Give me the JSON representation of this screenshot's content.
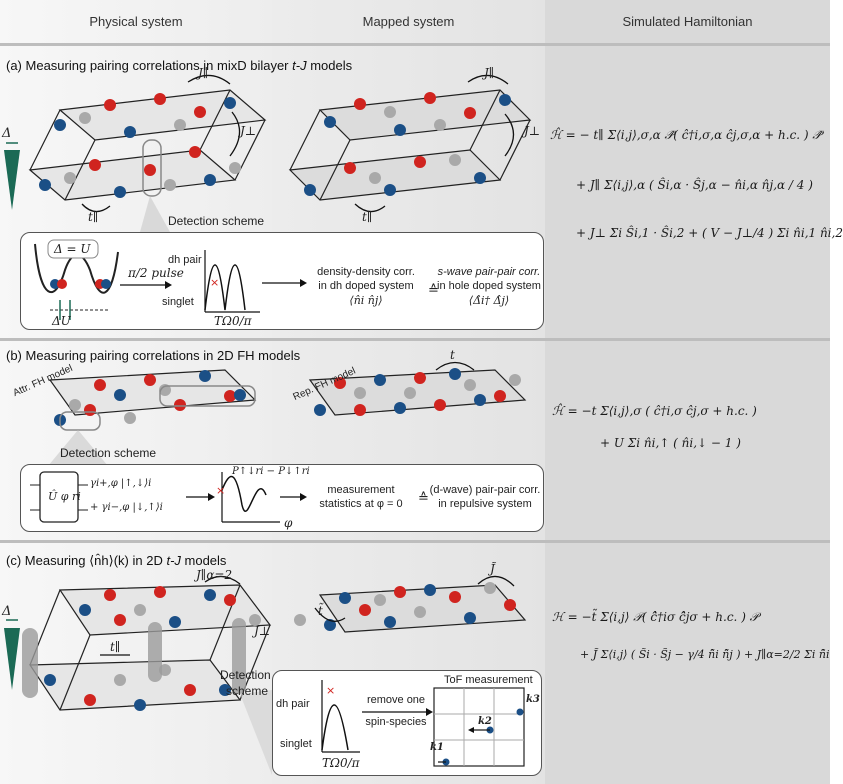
{
  "columns": {
    "physical": "Physical system",
    "mapped": "Mapped system",
    "hamiltonian": "Simulated Hamiltonian"
  },
  "colors": {
    "red": "#d0241f",
    "blue": "#1b4f86",
    "gray": "#a9a9a9",
    "teal": "#1b6a55"
  },
  "section_a": {
    "label": "(a)",
    "title_pre": "Measuring pairing correlations in mixD bilayer ",
    "title_em": "t-J",
    "title_post": " models",
    "labels": {
      "delta": "Δ",
      "j_par": "J∥",
      "j_perp": "J⊥",
      "t_par": "t∥",
      "detection": "Detection scheme",
      "delta_eq_u": "Δ = U",
      "delta_u": "ΔU",
      "pulse": "π/2 pulse",
      "dh_pair": "dh pair",
      "singlet": "singlet",
      "x_axis": "TΩ0/π",
      "corr_left_1": "density-density corr.",
      "corr_left_2": "in dh doped system",
      "corr_left_3": "⟨n̂i n̂j⟩",
      "equiv": "≙",
      "corr_right_1": "s-wave pair-pair corr.",
      "corr_right_2": "in hole doped system",
      "corr_right_3": "⟨Δ̂i† Δ̂j⟩"
    },
    "hamiltonian": {
      "line1": "ℋ̂ = − t∥ Σ⟨i,j⟩,σ,α 𝒫̂( ĉ†i,σ,α ĉj,σ,α + h.c. ) 𝒫̂",
      "line2": "+ J∥ Σ⟨i,j⟩,α ( Ŝi,α · Ŝj,α − n̂i,α n̂j,α / 4 )",
      "line3": "+ J⊥ Σi Ŝi,1 · Ŝi,2 + ( V − J⊥/4 ) Σi n̂i,1 n̂i,2"
    }
  },
  "section_b": {
    "label": "(b)",
    "title": "Measuring pairing correlations in 2D FH models",
    "labels": {
      "attr": "Attr. FH model",
      "rep": "Rep. FH model",
      "t": "t",
      "detection": "Detection scheme",
      "unitary": "Û φ ri",
      "state1": "γi+,φ |↑,↓⟩i",
      "state2": "+ γi−,φ |↓,↑⟩i",
      "prob": "P↑↓ri − P↓↑ri",
      "phi": "φ",
      "meas_1": "measurement",
      "meas_2": "statistics at φ = 0",
      "equiv": "≙",
      "pair_1": "(d-wave) pair-pair corr.",
      "pair_2": "in repulsive system"
    },
    "hamiltonian": {
      "line1": "ℋ̂ = −t Σ⟨i,j⟩,σ ( ĉ†i,σ ĉj,σ + h.c. )",
      "line2": "+ U Σi n̂i,↑ ( n̂i,↓ − 1 )"
    }
  },
  "section_c": {
    "label": "(c)",
    "title_pre": "Measuring ⟨n̂h⟩(k) in 2D ",
    "title_em": "t-J",
    "title_post": " models",
    "labels": {
      "delta": "Δ",
      "j_alpha": "J∥α=2",
      "j_perp": "J⊥",
      "t_par": "t∥",
      "t_tilde": "t̃",
      "j_tilde": "J̃",
      "detection_1": "Detection",
      "detection_2": "scheme",
      "dh_pair": "dh pair",
      "singlet": "singlet",
      "x_axis": "TΩ0/π",
      "remove_1": "remove one",
      "remove_2": "spin-species",
      "tof": "ToF measurement",
      "k1": "k1",
      "k2": "k2",
      "k3": "k3"
    },
    "hamiltonian": {
      "line1": "ℋ = −t̃ Σ⟨i,j⟩ 𝒫( ĉ̂†iσ ĉ̂jσ + h.c. ) 𝒫",
      "line2": "+ J̃ Σ⟨i,j⟩ ( S̃i · S̃j − γ/4 n̂̃i n̂̃j ) + J∥α=2/2 Σi n̂̃i"
    }
  }
}
